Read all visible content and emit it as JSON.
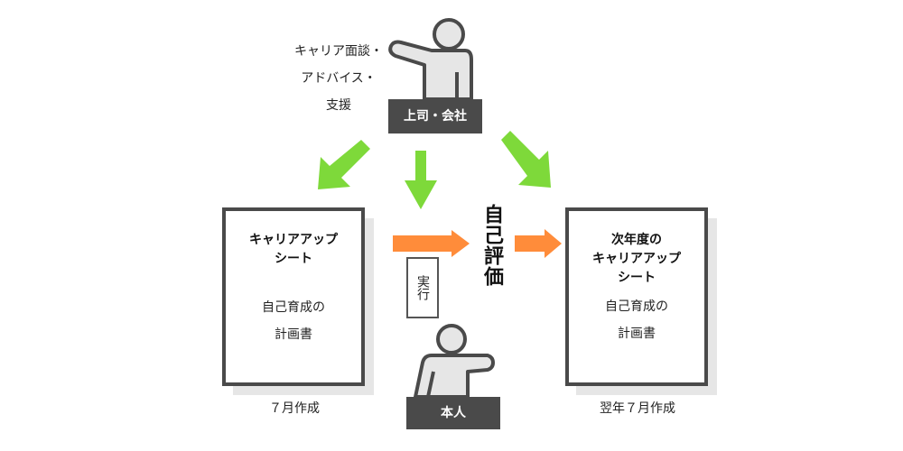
{
  "supervisor": {
    "label": "上司・会社",
    "note_lines": [
      "キャリア面談・",
      "アドバイス・",
      "支援"
    ]
  },
  "self": {
    "label": "本人"
  },
  "sheet_current": {
    "title_lines": [
      "キャリアアップ",
      "シート"
    ],
    "body_lines": [
      "自己育成の",
      "計画書"
    ],
    "caption": "７月作成"
  },
  "sheet_next": {
    "title_lines": [
      "次年度の",
      "キャリアアップ",
      "シート"
    ],
    "body_lines": [
      "自己育成の",
      "計画書"
    ],
    "caption": "翌年７月作成"
  },
  "center": {
    "self_evaluation": "自己評価",
    "execution": "実行"
  },
  "colors": {
    "green_arrow": "#7ed93a",
    "orange_arrow": "#ff8c3a",
    "dark": "#4a4a4a",
    "figure_fill": "#e6e6e6"
  }
}
